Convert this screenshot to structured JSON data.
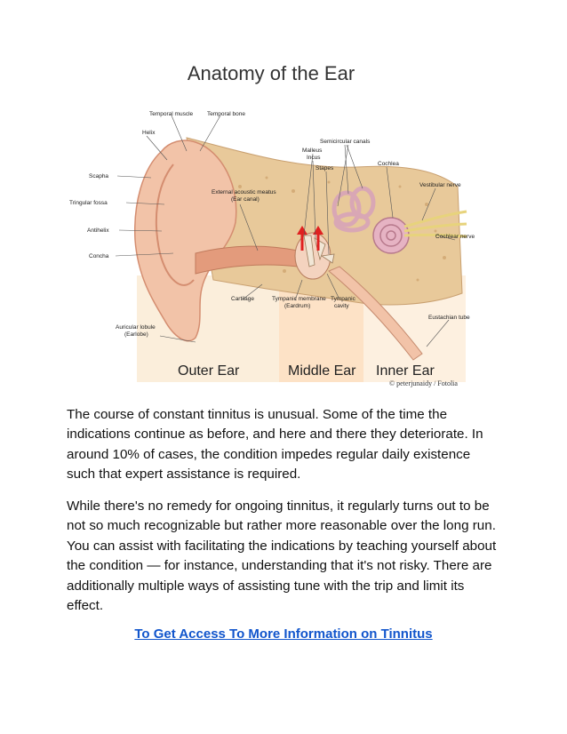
{
  "figure": {
    "title": "Anatomy of the Ear",
    "labels": {
      "temporal_muscle": "Temporal muscle",
      "temporal_bone": "Temporal bone",
      "helix": "Helix",
      "scapha": "Scapha",
      "triangular_fossa": "Tringular fossa",
      "antihelix": "Antihelix",
      "concha": "Concha",
      "auricular_lobule_1": "Auricular lobule",
      "auricular_lobule_2": "(Earlobe)",
      "external_meatus_1": "External acoustic meatus",
      "external_meatus_2": "(Ear canal)",
      "malleus": "Malleus",
      "incus": "Incus",
      "stapes": "Stapes",
      "semicircular": "Semicircular canals",
      "cochlea": "Cochlea",
      "vestibular_nerve": "Vestibular nerve",
      "cochlear_nerve": "Cochlear nerve",
      "cartilage": "Cartilage",
      "tympanic_membrane_1": "Tympanic membrane",
      "tympanic_membrane_2": "(Eardrum)",
      "tympanic_cavity_1": "Tympanic",
      "tympanic_cavity_2": "cavity",
      "eustachian_tube": "Eustachian tube"
    },
    "regions": {
      "outer": "Outer Ear",
      "middle": "Middle Ear",
      "inner": "Inner Ear"
    },
    "credit": "© peterjunaidy / Fotolia"
  },
  "paragraphs": {
    "p1": "The course of constant tinnitus is unusual. Some of the time the indications continue as before, and here and there they deteriorate. In around 10% of cases, the condition impedes regular daily existence such that expert assistance is required.",
    "p2": "While there's no remedy for ongoing tinnitus, it regularly turns out to be not so much recognizable but rather more reasonable over the long run. You can assist with facilitating the indications by teaching yourself about the condition — for instance, understanding that it's not risky. There are additionally multiple ways of assisting tune with the trip and limit its effect."
  },
  "link": {
    "text": "To Get Access To More Information on Tinnitus"
  },
  "colors": {
    "skin": "#f2c3a8",
    "skin_dark": "#e39b7c",
    "bone": "#e8c99a",
    "canal": "#c7a98a",
    "link": "#1155cc",
    "arrow": "#e02020"
  }
}
